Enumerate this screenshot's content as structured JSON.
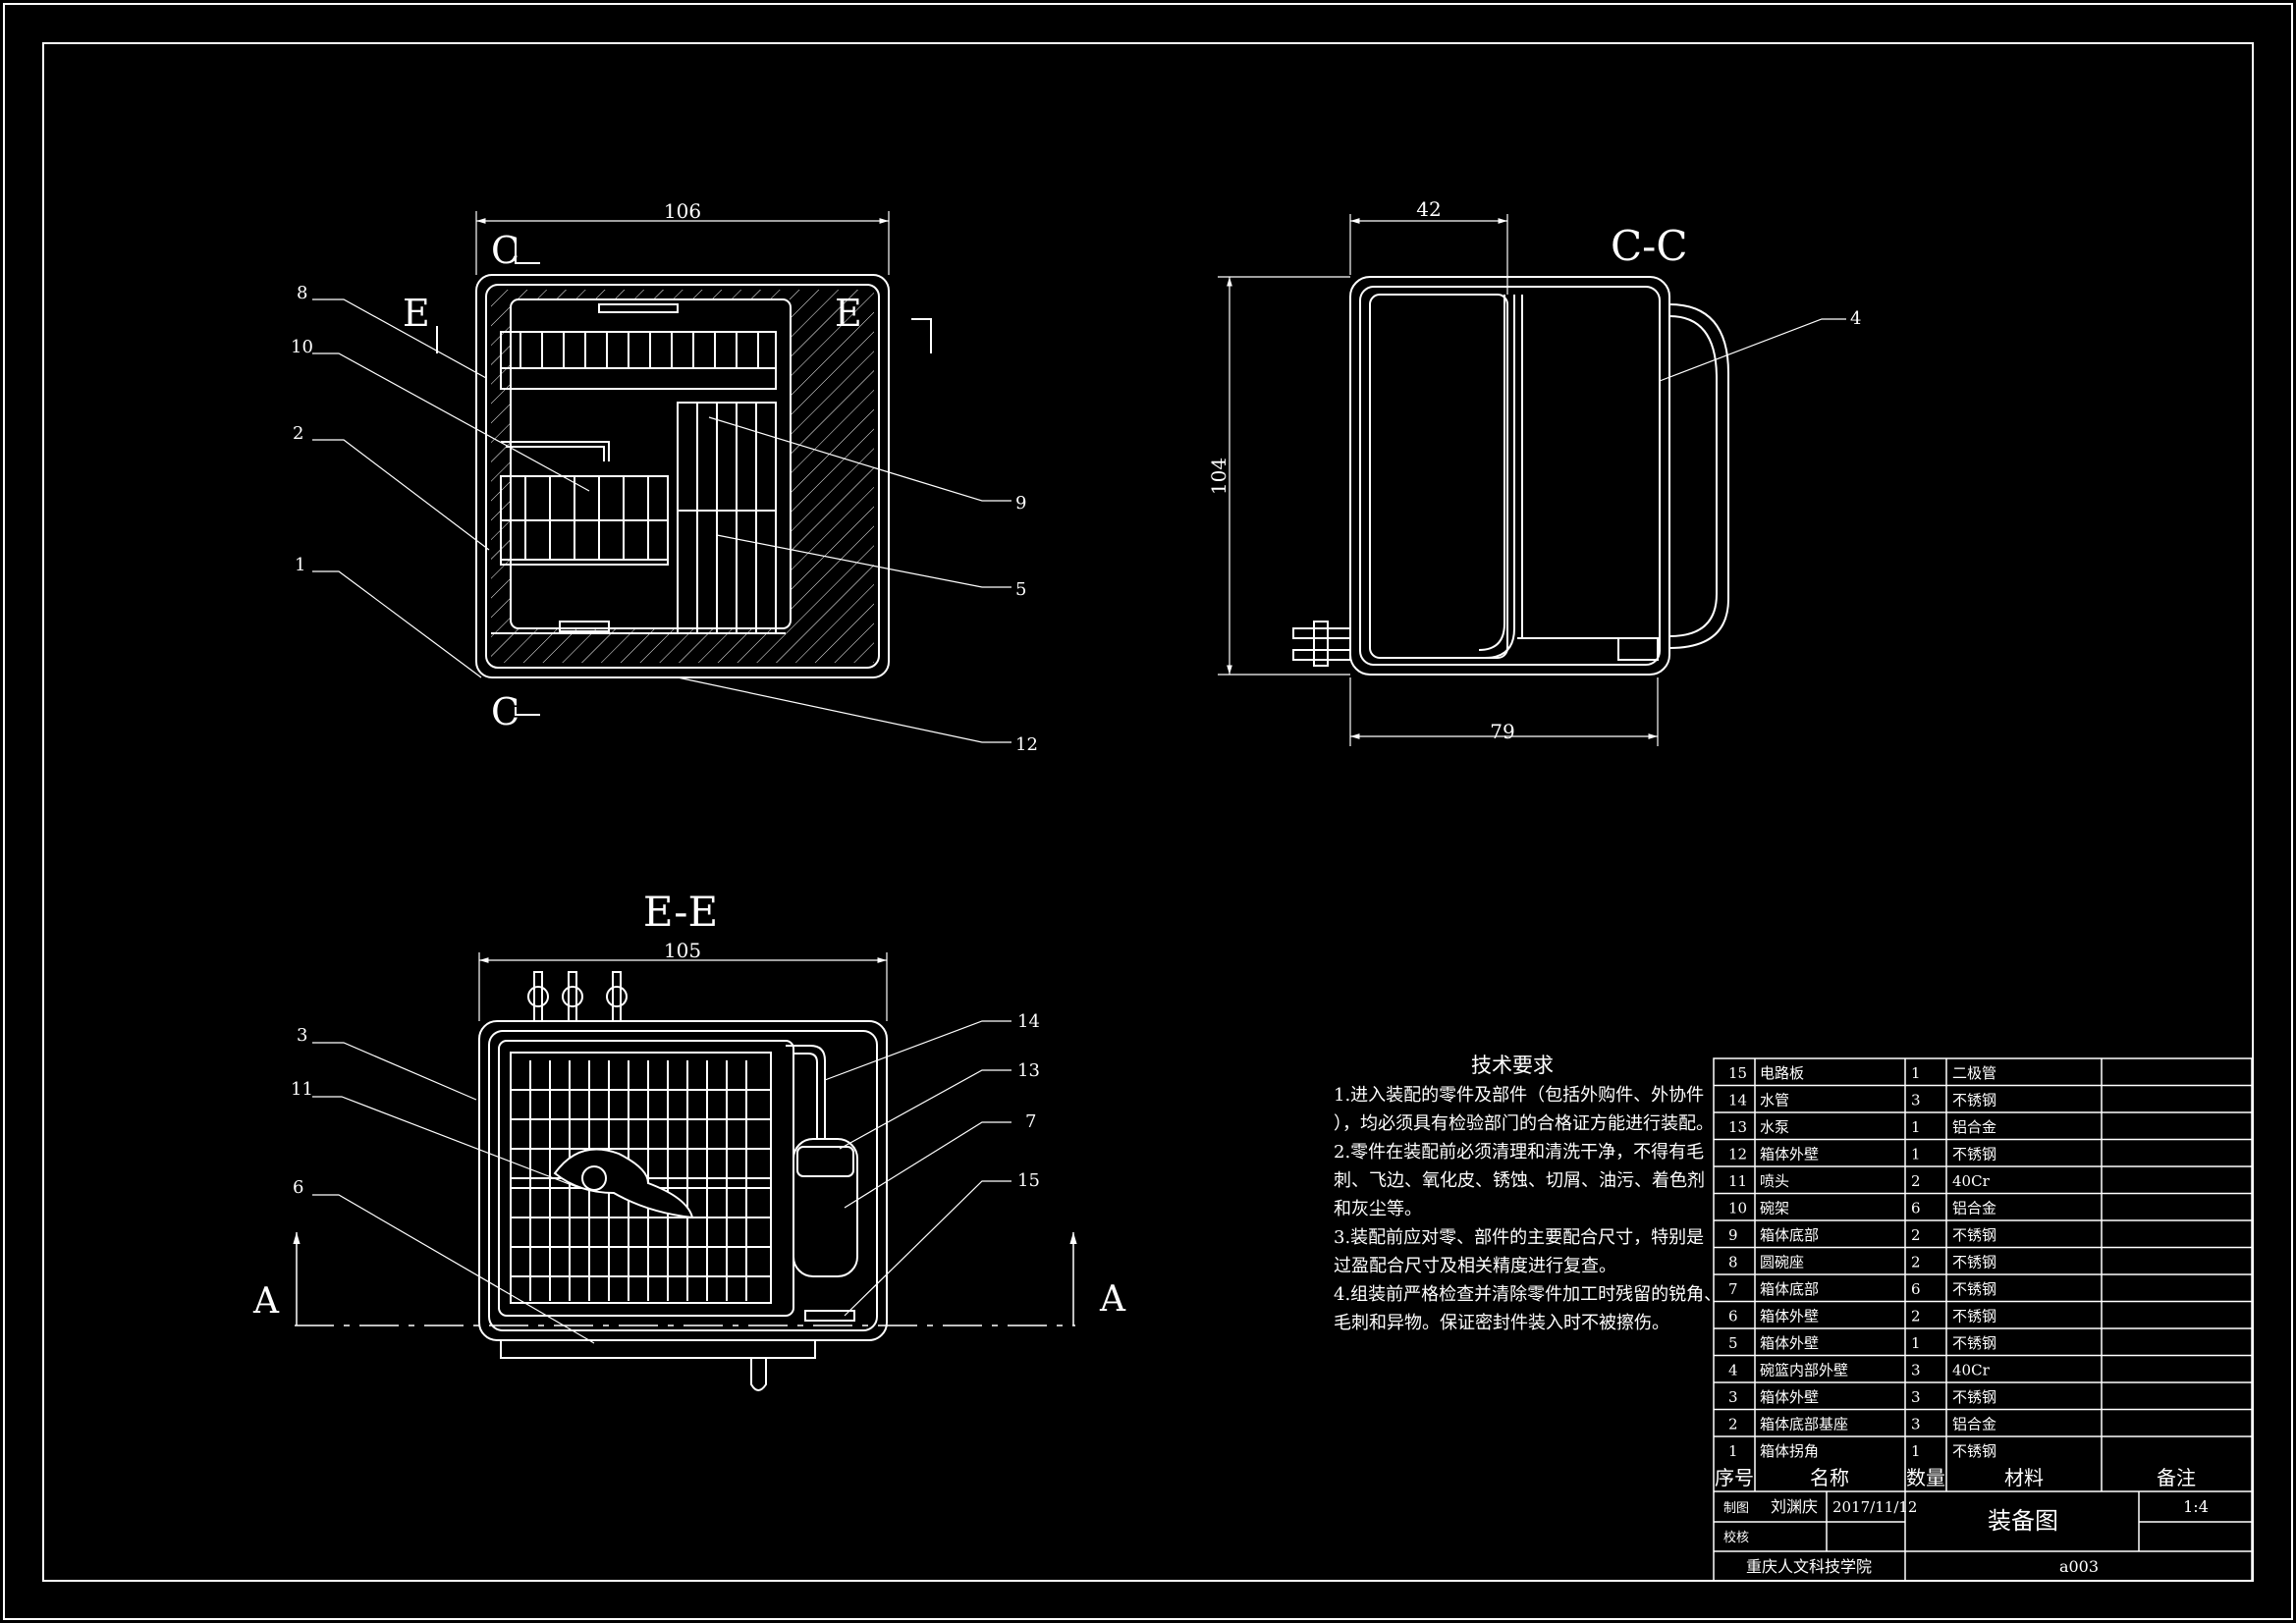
{
  "colors": {
    "background": "#000000",
    "lines": "#ffffff"
  },
  "views": {
    "top": {
      "dim_width": "106",
      "section_c_top": "C",
      "section_c_bottom": "C",
      "section_e_left": "E",
      "section_e_right": "E",
      "callouts": [
        "8",
        "10",
        "2",
        "1",
        "9",
        "5",
        "12"
      ]
    },
    "side": {
      "title": "C-C",
      "dim_top": "42",
      "dim_height": "104",
      "dim_bottom": "79",
      "callouts": [
        "4"
      ]
    },
    "section": {
      "title": "E-E",
      "dim_width": "105",
      "arrow_left": "A",
      "arrow_right": "A",
      "callouts": [
        "3",
        "11",
        "6",
        "14",
        "13",
        "7",
        "15"
      ]
    }
  },
  "technical_requirements": {
    "title": "技术要求",
    "lines": [
      "1.进入装配的零件及部件（包括外购件、外协件",
      "），均必须具有检验部门的合格证方能进行装配。",
      "2.零件在装配前必须清理和清洗干净，不得有毛",
      "刺、飞边、氧化皮、锈蚀、切屑、油污、着色剂",
      "和灰尘等。",
      "3.装配前应对零、部件的主要配合尺寸，特别是",
      "过盈配合尺寸及相关精度进行复查。",
      "4.组装前严格检查并清除零件加工时残留的锐角、",
      "毛刺和异物。保证密封件装入时不被擦伤。"
    ]
  },
  "bom": {
    "rows": [
      {
        "no": "15",
        "name": "电路板",
        "qty": "1",
        "material": "二极管",
        "note": ""
      },
      {
        "no": "14",
        "name": "水管",
        "qty": "3",
        "material": "不锈钢",
        "note": ""
      },
      {
        "no": "13",
        "name": "水泵",
        "qty": "1",
        "material": "铝合金",
        "note": ""
      },
      {
        "no": "12",
        "name": "箱体外壁",
        "qty": "1",
        "material": "不锈钢",
        "note": ""
      },
      {
        "no": "11",
        "name": "喷头",
        "qty": "2",
        "material": "40Cr",
        "note": ""
      },
      {
        "no": "10",
        "name": "碗架",
        "qty": "6",
        "material": "铝合金",
        "note": ""
      },
      {
        "no": "9",
        "name": "箱体底部",
        "qty": "2",
        "material": "不锈钢",
        "note": ""
      },
      {
        "no": "8",
        "name": "圆碗座",
        "qty": "2",
        "material": "不锈钢",
        "note": ""
      },
      {
        "no": "7",
        "name": "箱体底部",
        "qty": "6",
        "material": "不锈钢",
        "note": ""
      },
      {
        "no": "6",
        "name": "箱体外壁",
        "qty": "2",
        "material": "不锈钢",
        "note": ""
      },
      {
        "no": "5",
        "name": "箱体外壁",
        "qty": "1",
        "material": "不锈钢",
        "note": ""
      },
      {
        "no": "4",
        "name": "碗篮内部外壁",
        "qty": "3",
        "material": "40Cr",
        "note": ""
      },
      {
        "no": "3",
        "name": "箱体外壁",
        "qty": "3",
        "material": "不锈钢",
        "note": ""
      },
      {
        "no": "2",
        "name": "箱体底部基座",
        "qty": "3",
        "material": "铝合金",
        "note": ""
      },
      {
        "no": "1",
        "name": "箱体拐角",
        "qty": "1",
        "material": "不锈钢",
        "note": ""
      }
    ],
    "header": {
      "no": "序号",
      "name": "名称",
      "qty": "数量",
      "material": "材料",
      "note": "备注"
    }
  },
  "title_block": {
    "drawn_label": "制图",
    "drawn_by": "刘渊庆",
    "date": "2017/11/12",
    "check_label": "校核",
    "drawing_title": "装备图",
    "scale": "1:4",
    "school": "重庆人文科技学院",
    "drawing_no": "a003"
  }
}
